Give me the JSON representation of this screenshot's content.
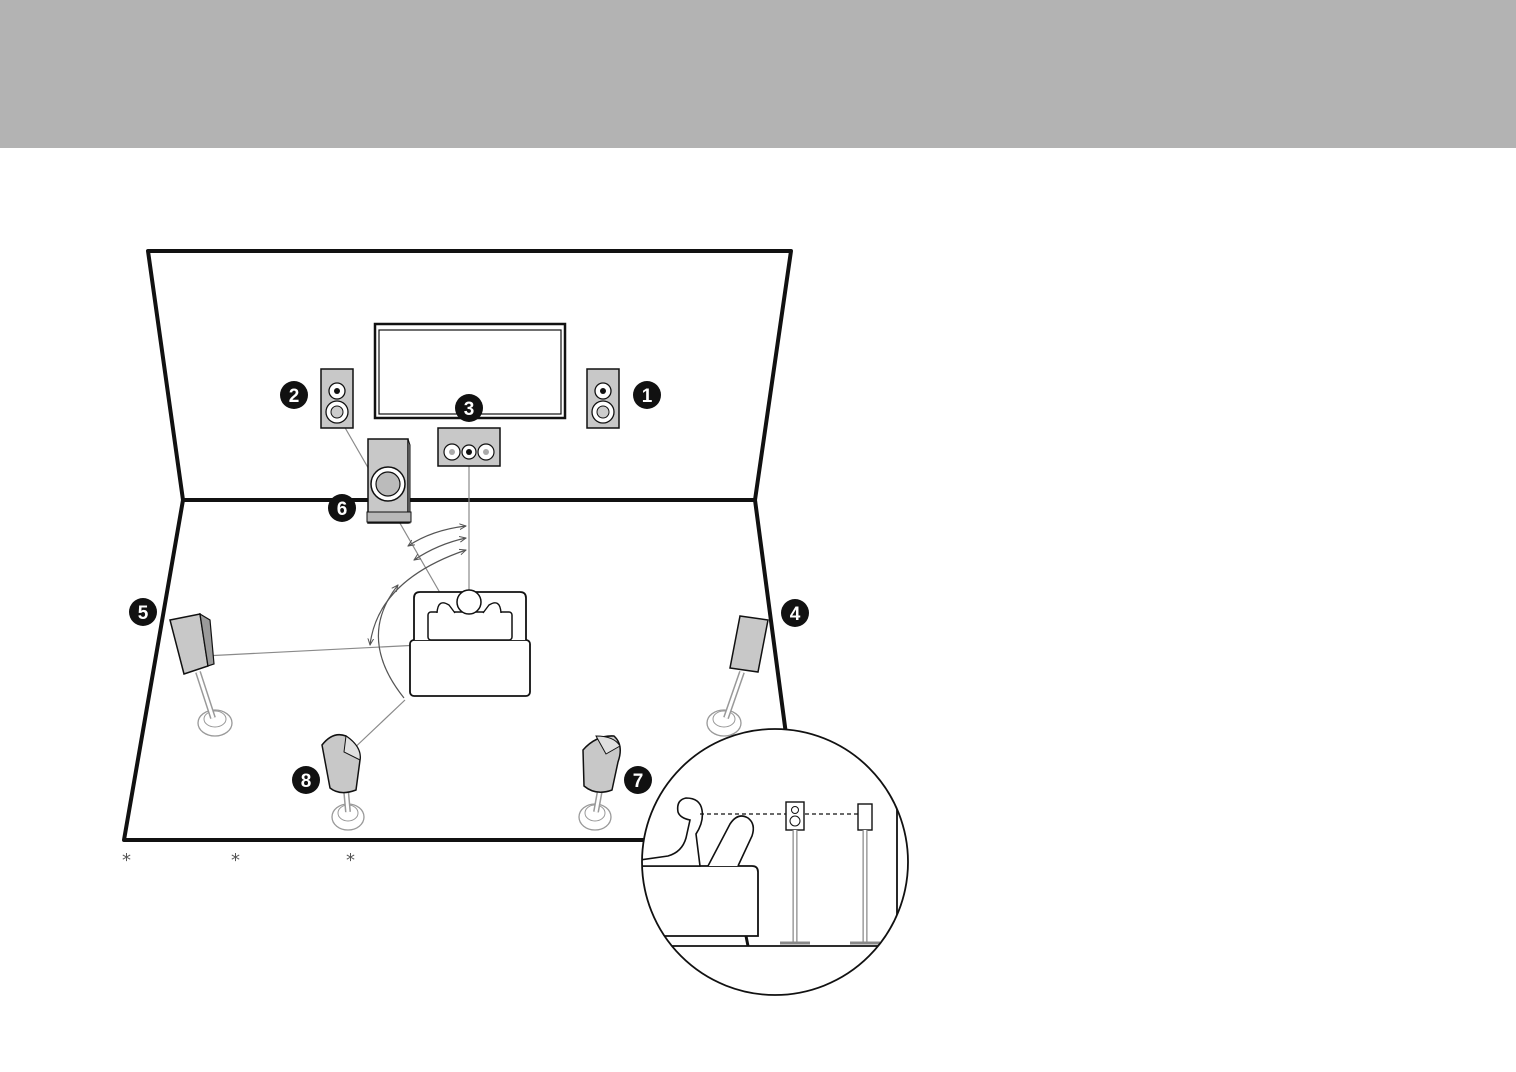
{
  "colors": {
    "header_band": "#b3b3b3",
    "line": "#111111",
    "speaker_fill": "#c8c8c8",
    "speaker_dark": "#9a9a9a",
    "guide_line": "#8a8a8a",
    "badge": "#111111"
  },
  "speakers": [
    {
      "number": "1",
      "icon": "front-right-speaker-icon"
    },
    {
      "number": "2",
      "icon": "front-left-speaker-icon"
    },
    {
      "number": "3",
      "icon": "center-speaker-icon"
    },
    {
      "number": "4",
      "icon": "surround-right-speaker-icon"
    },
    {
      "number": "5",
      "icon": "surround-left-speaker-icon"
    },
    {
      "number": "6",
      "icon": "subwoofer-icon"
    },
    {
      "number": "7",
      "icon": "surround-back-right-speaker-icon"
    },
    {
      "number": "8",
      "icon": "surround-back-left-speaker-icon"
    }
  ],
  "notes": {
    "asterisk_1": "*",
    "asterisk_2": "*",
    "asterisk_3": "*"
  }
}
